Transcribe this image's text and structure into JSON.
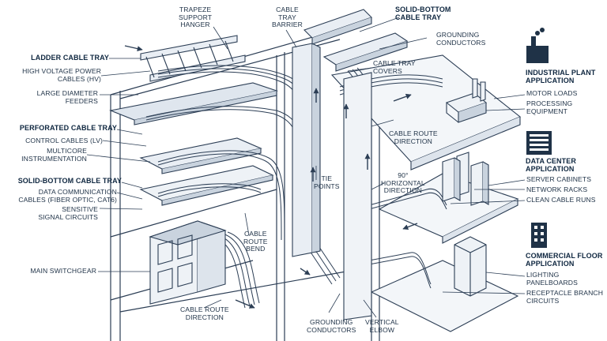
{
  "colors": {
    "ink": "#1f3247",
    "line": "#2c3e55",
    "light": "#e9eef4",
    "mid": "#c9d3de",
    "accent": "#0f2740"
  },
  "labels": {
    "trapeze_hanger": [
      "TRAPEZE",
      "SUPPORT",
      "HANGER"
    ],
    "cable_tray_barrier": [
      "CABLE",
      "TRAY",
      "BARRIER"
    ],
    "solid_bottom_top": [
      "SOLID-BOTTOM",
      "CABLE TRAY"
    ],
    "grounding_top": [
      "GROUNDING",
      "CONDUCTORS"
    ],
    "ladder_cable_tray": "LADDER CABLE TRAY",
    "hv_cables": [
      "HIGH VOLTAGE POWER",
      "CABLES (HV)"
    ],
    "cable_tray_covers": [
      "CABLE TRAY",
      "COVERS"
    ],
    "large_diameter": [
      "LARGE DIAMETER",
      "FEEDERS"
    ],
    "perforated_tray": "PERFORATED CABLE TRAY",
    "control_cables": "CONTROL CABLES (LV)",
    "multicore": [
      "MULTICORE",
      "INSTRUMENTATION"
    ],
    "solid_bottom_left": "SOLID-BOTTOM CABLE TRAY",
    "data_comm": [
      "DATA COMMUNICATION",
      "CABLES (FIBER OPTIC, CAT6)"
    ],
    "sensitive": [
      "SENSITIVE",
      "SIGNAL CIRCUITS"
    ],
    "main_switchgear": "MAIN SWITCHGEAR",
    "cable_route_direction_bottom": [
      "CABLE ROUTE",
      "DIRECTION"
    ],
    "grounding_bottom": [
      "GROUNDING",
      "CONDUCTORS"
    ],
    "vertical_elbow": [
      "VERTICAL",
      "ELBOW"
    ],
    "cable_route_bend": [
      "CABLE",
      "ROUTE",
      "BEND"
    ],
    "tie_points": [
      "TIE",
      "POINTS"
    ],
    "horizontal_direction": [
      "90°",
      "HORIZONTAL",
      "DIRECTION"
    ],
    "cable_route_direction_mid": [
      "CABLE ROUTE",
      "DIRECTION"
    ],
    "industrial_plant": [
      "INDUSTRIAL PLANT",
      "APPLICATION"
    ],
    "motor_loads": "MOTOR LOADS",
    "processing_equipment": [
      "PROCESSING",
      "EQUIPMENT"
    ],
    "data_center": [
      "DATA CENTER",
      "APPLICATION"
    ],
    "server_cabinets": "SERVER CABINETS",
    "network_racks": "NETWORK RACKS",
    "clean_cable_runs": "CLEAN CABLE RUNS",
    "commercial_floor": [
      "COMMERCIAL FLOOR",
      "APPLICATION"
    ],
    "lighting_panelboards": [
      "LIGHTING",
      "PANELBOARDS"
    ],
    "receptacle_branch": [
      "RECEPTACLE BRANCH",
      "CIRCUITS"
    ]
  },
  "icons": {
    "industrial": "factory-icon",
    "datacenter": "server-rack-icon",
    "commercial": "office-building-icon"
  }
}
